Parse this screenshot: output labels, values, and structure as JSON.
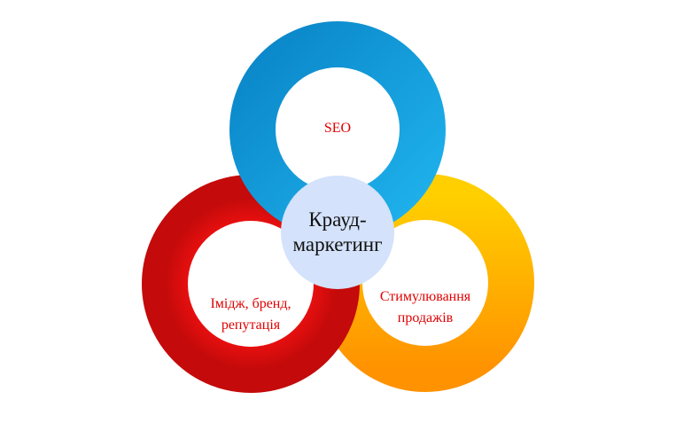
{
  "diagram": {
    "center": {
      "label": "Крауд-\nмаркетинг",
      "fill": "#d4e2fb",
      "text_color": "#111111"
    },
    "rings": [
      {
        "id": "seo",
        "label": "SEO",
        "color_light": "#1fb2ec",
        "color_dark": "#0a86c8",
        "text_color": "#e00000"
      },
      {
        "id": "image",
        "label": "Імідж, бренд,\nрепутація",
        "color_light": "#f81212",
        "color_dark": "#c40a0a",
        "text_color": "#e00000"
      },
      {
        "id": "sales",
        "label": "Стимулювання\nпродажів",
        "color_light": "#ffcf00",
        "color_dark": "#ff9200",
        "text_color": "#e00000"
      }
    ]
  }
}
